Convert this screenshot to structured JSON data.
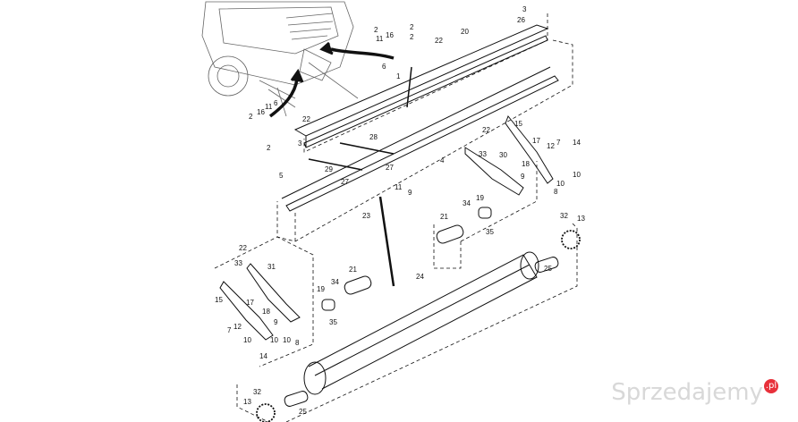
{
  "callouts": {
    "c2a": "2",
    "c16a": "16",
    "c11a": "11",
    "c6a": "6",
    "c2b": "2",
    "c22a": "22",
    "c20": "20",
    "c3a": "3",
    "c26": "26",
    "c1": "1",
    "c2c": "2",
    "c16b": "16",
    "c11b": "11",
    "c6b": "6",
    "c22b": "22",
    "c3b": "3",
    "c2d": "2",
    "c28": "28",
    "c4": "4",
    "c29": "29",
    "c27a": "27",
    "c27b": "27",
    "c5": "5",
    "c11c": "11",
    "c9a": "9",
    "c23": "23",
    "c15a": "15",
    "c22c": "22",
    "c33a": "33",
    "c30": "30",
    "c17a": "17",
    "c12a": "12",
    "c7a": "7",
    "c14a": "14",
    "c18a": "18",
    "c10a": "10",
    "c8a": "8",
    "c9b": "9",
    "c19a": "19",
    "c34a": "34",
    "c21a": "21",
    "c35a": "35",
    "c32a": "32",
    "c13a": "13",
    "c25a": "25",
    "c22d": "22",
    "c33b": "33",
    "c31": "31",
    "c15b": "15",
    "c17b": "17",
    "c18b": "18",
    "c12b": "12",
    "c7b": "7",
    "c10b": "10",
    "c14b": "14",
    "c9c": "9",
    "c8b": "8",
    "c21b": "21",
    "c19b": "19",
    "c34b": "34",
    "c35b": "35",
    "c24": "24",
    "c32b": "32",
    "c13b": "13",
    "c25b": "25"
  },
  "watermark": {
    "text": "Sprzedajemy",
    "badge": ".pl"
  }
}
